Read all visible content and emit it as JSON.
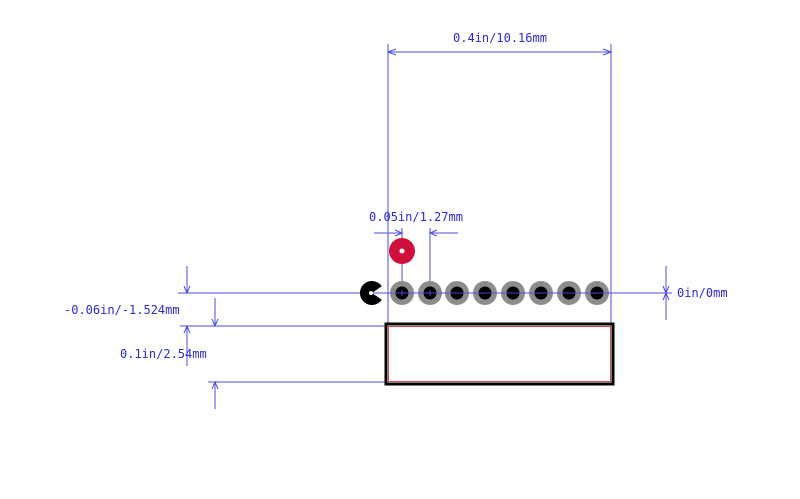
{
  "dimensions": {
    "overall_width": "0.4in/10.16mm",
    "pin_offset": "0.05in/1.27mm",
    "origin_y": "0in/0mm",
    "body_offset": "-0.06in/-1.524mm",
    "body_height": "0.1in/2.54mm"
  },
  "pads": {
    "count": 8,
    "plated_color": "#8c8c8c",
    "hole_color": "#000000"
  },
  "marker": {
    "pin1_color": "#d0103a",
    "orientation_color": "#000000"
  },
  "colors": {
    "dimension": "#4d4de0",
    "outline": "#000000",
    "outline_inner": "#d94a4a"
  }
}
